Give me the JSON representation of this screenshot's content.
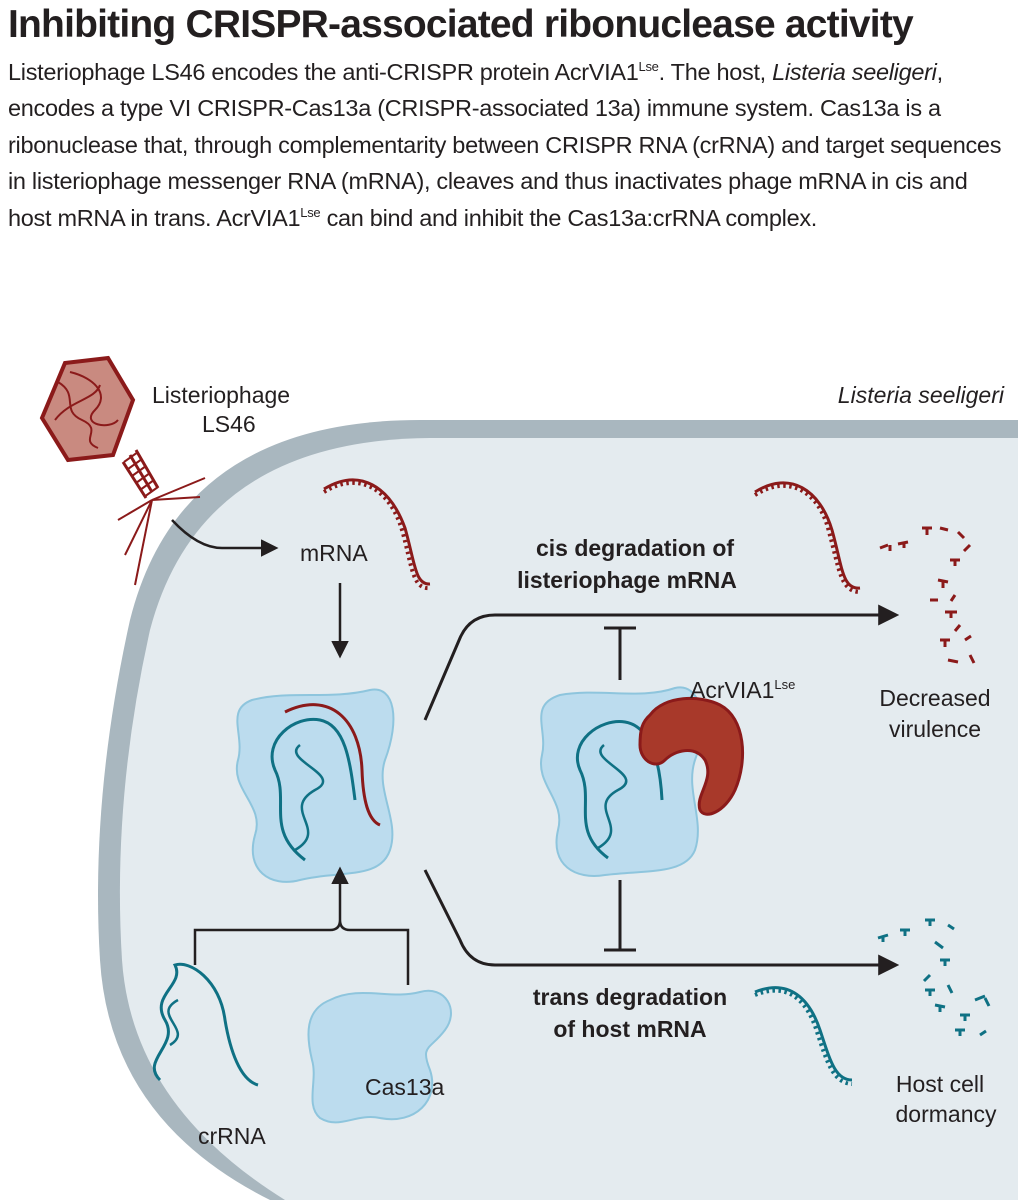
{
  "header": {
    "title": "Inhibiting CRISPR-associated ribonuclease activity",
    "intro": {
      "p1": "Listeriophage LS46 encodes the anti-CRISPR protein AcrVIA1",
      "sup1": "Lse",
      "p2": ". The host, ",
      "host_italic": "Listeria seeligeri",
      "p3": ", encodes a type VI CRISPR-Cas13a (CRISPR-associated 13a) immune system. Cas13a is a ribonuclease that, through complementarity between CRISPR RNA (crRNA) and target sequences in listeriophage messenger RNA (mRNA), cleaves and thus inactivates phage mRNA in cis and host mRNA in trans. AcrVIA1",
      "sup2": "Lse",
      "p4": " can bind and inhibit the Cas13a:crRNA complex."
    }
  },
  "diagram": {
    "phage_label_1": "Listeriophage",
    "phage_label_2": "LS46",
    "host_label": "Listeria seeligeri",
    "mrna_label": "mRNA",
    "cis_label_1": "cis degradation of",
    "cis_label_2": "listeriophage mRNA",
    "acr_label": "AcrVIA1",
    "acr_sup": "Lse",
    "decreased_1": "Decreased",
    "decreased_2": "virulence",
    "trans_label_1": "trans degradation",
    "trans_label_2": "of host mRNA",
    "dormancy_1": "Host cell",
    "dormancy_2": "dormancy",
    "cas13a_label": "Cas13a",
    "crrna_label": "crRNA"
  },
  "colors": {
    "phage_red": "#8b1a1a",
    "acr_fill": "#a8392a",
    "crrna_teal": "#0f7184",
    "protein_fill": "#bcdcee",
    "protein_edge": "#8ec5dd",
    "cytoplasm": "#e4ebef",
    "cell_wall": "#a9b7bf",
    "text": "#231f20"
  }
}
